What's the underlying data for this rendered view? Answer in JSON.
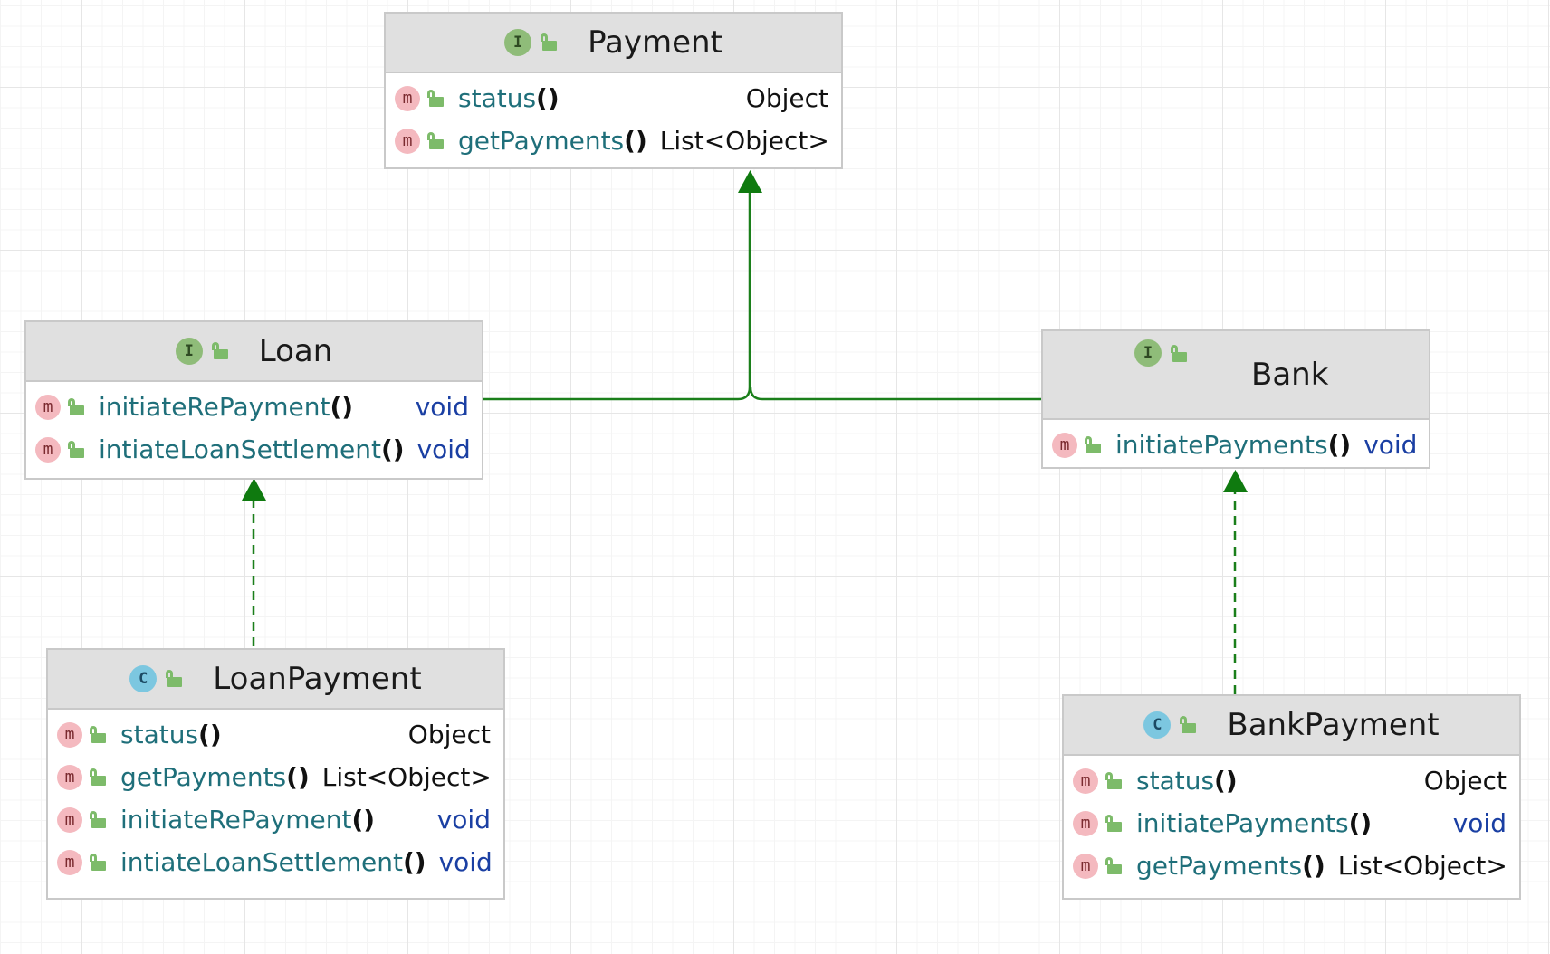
{
  "colors": {
    "edge": "#1a7f1a",
    "arrow_fill": "#0f7a0f",
    "header_bg": "#e0e0e0",
    "node_border": "#c9c9c9",
    "member_name": "#1f6f7a",
    "void_type": "#1a3fa3"
  },
  "nodes": {
    "payment": {
      "kind": "I",
      "name": "Payment",
      "members": [
        {
          "badge": "m",
          "name": "status",
          "parens": "()",
          "type": "Object"
        },
        {
          "badge": "m",
          "name": "getPayments",
          "parens": "()",
          "type": "List<Object>"
        }
      ]
    },
    "loan": {
      "kind": "I",
      "name": "Loan",
      "members": [
        {
          "badge": "m",
          "name": "initiateRePayment",
          "parens": "()",
          "type": "void"
        },
        {
          "badge": "m",
          "name": "intiateLoanSettlement",
          "parens": "()",
          "type": "void"
        }
      ]
    },
    "bank": {
      "kind": "I",
      "name": "Bank",
      "members": [
        {
          "badge": "m",
          "name": "initiatePayments",
          "parens": "()",
          "type": "void"
        }
      ]
    },
    "loan_payment": {
      "kind": "C",
      "name": "LoanPayment",
      "members": [
        {
          "badge": "m",
          "name": "status",
          "parens": "()",
          "type": "Object"
        },
        {
          "badge": "m",
          "name": "getPayments",
          "parens": "()",
          "type": "List<Object>"
        },
        {
          "badge": "m",
          "name": "initiateRePayment",
          "parens": "()",
          "type": "void"
        },
        {
          "badge": "m",
          "name": "intiateLoanSettlement",
          "parens": "()",
          "type": "void"
        }
      ]
    },
    "bank_payment": {
      "kind": "C",
      "name": "BankPayment",
      "members": [
        {
          "badge": "m",
          "name": "status",
          "parens": "()",
          "type": "Object"
        },
        {
          "badge": "m",
          "name": "initiatePayments",
          "parens": "()",
          "type": "void"
        },
        {
          "badge": "m",
          "name": "getPayments",
          "parens": "()",
          "type": "List<Object>"
        }
      ]
    }
  },
  "edges": [
    {
      "from": "Loan",
      "to": "Payment",
      "relation": "extends",
      "style": "solid"
    },
    {
      "from": "Bank",
      "to": "Payment",
      "relation": "extends",
      "style": "solid"
    },
    {
      "from": "LoanPayment",
      "to": "Loan",
      "relation": "implements",
      "style": "dashed"
    },
    {
      "from": "BankPayment",
      "to": "Bank",
      "relation": "implements",
      "style": "dashed"
    }
  ]
}
